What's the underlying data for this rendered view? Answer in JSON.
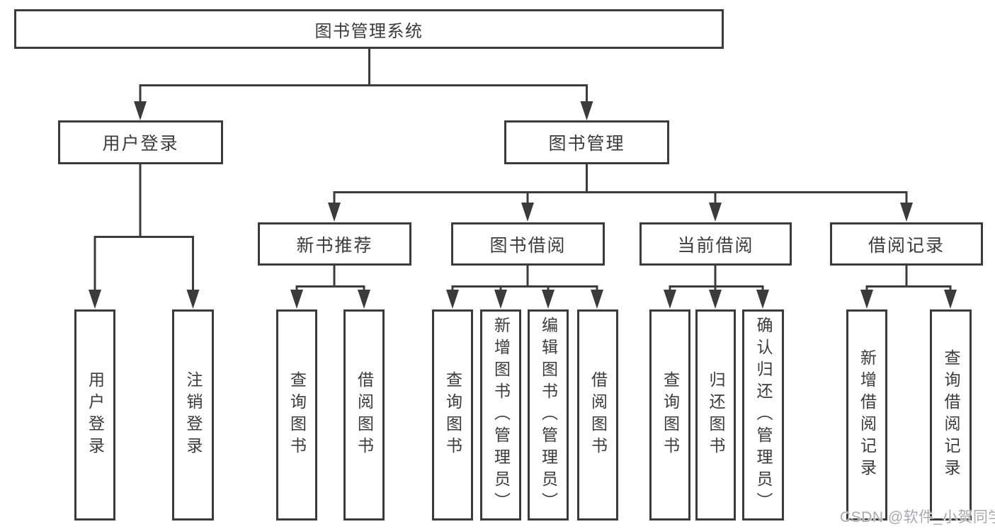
{
  "diagram": {
    "root": {
      "label": "图书管理系统"
    },
    "branches": [
      {
        "label": "用户登录",
        "children": [
          {
            "label": "用户登录"
          },
          {
            "label": "注销登录"
          }
        ]
      },
      {
        "label": "图书管理",
        "sections": [
          {
            "label": "新书推荐",
            "children": [
              {
                "label": "查询图书"
              },
              {
                "label": "借阅图书"
              }
            ]
          },
          {
            "label": "图书借阅",
            "children": [
              {
                "label": "查询图书"
              },
              {
                "label": "新增图书（管理员）"
              },
              {
                "label": "编辑图书（管理员）"
              },
              {
                "label": "借阅图书"
              }
            ]
          },
          {
            "label": "当前借阅",
            "children": [
              {
                "label": "查询图书"
              },
              {
                "label": "归还图书"
              },
              {
                "label": "确认归还（管理员）"
              }
            ]
          },
          {
            "label": "借阅记录",
            "children": [
              {
                "label": "新增借阅记录"
              },
              {
                "label": "查询借阅记录"
              }
            ]
          }
        ]
      }
    ]
  },
  "watermark": {
    "text": "CSDN @软件_小贺同学"
  },
  "colors": {
    "line": "#3b3b3b",
    "text": "#3b3b3b",
    "watermark": "#a5a5a8",
    "background": "#ffffff"
  }
}
